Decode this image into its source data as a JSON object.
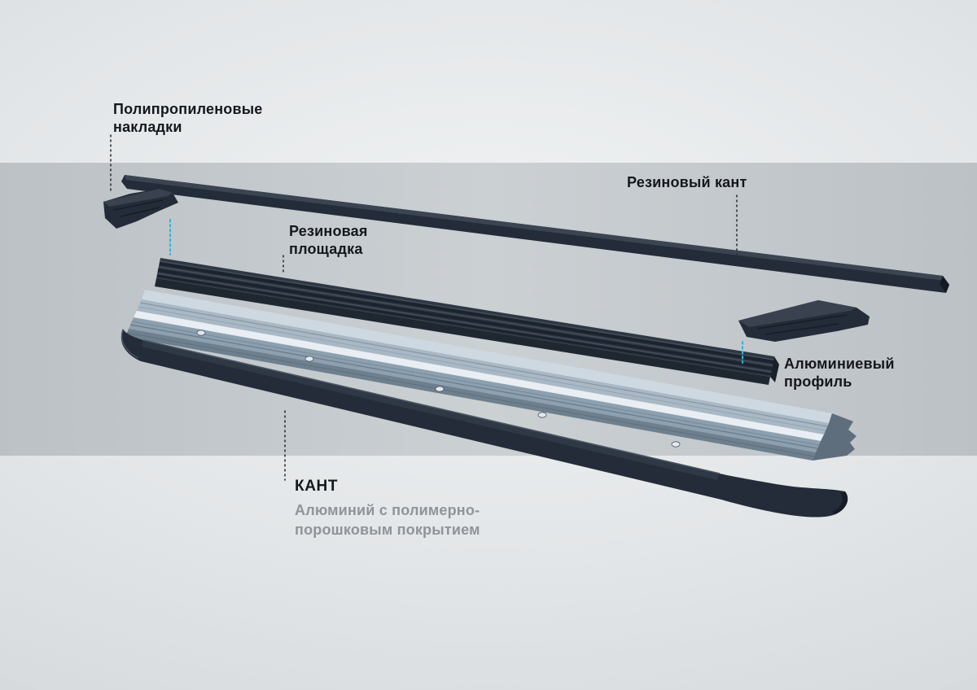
{
  "colors": {
    "accent_cyan": "#2eb5d8",
    "part_dark": "#232c38",
    "band": "#c4c8cc",
    "label": "#14181e",
    "subtitle": "#8e949a",
    "leader": "#2a3038"
  },
  "labels": {
    "pp_caps_line1": "Полипропиленовые",
    "pp_caps_line2": "накладки",
    "rubber_edge": "Резиновый кант",
    "rubber_pad_line1": "Резиновая",
    "rubber_pad_line2": "площадка",
    "alu_profile_line1": "Алюминиевый",
    "alu_profile_line2": "профиль",
    "kant_title": "КАНТ",
    "kant_sub_line1": "Алюминий с полимерно-",
    "kant_sub_line2": "порошковым покрытием"
  }
}
